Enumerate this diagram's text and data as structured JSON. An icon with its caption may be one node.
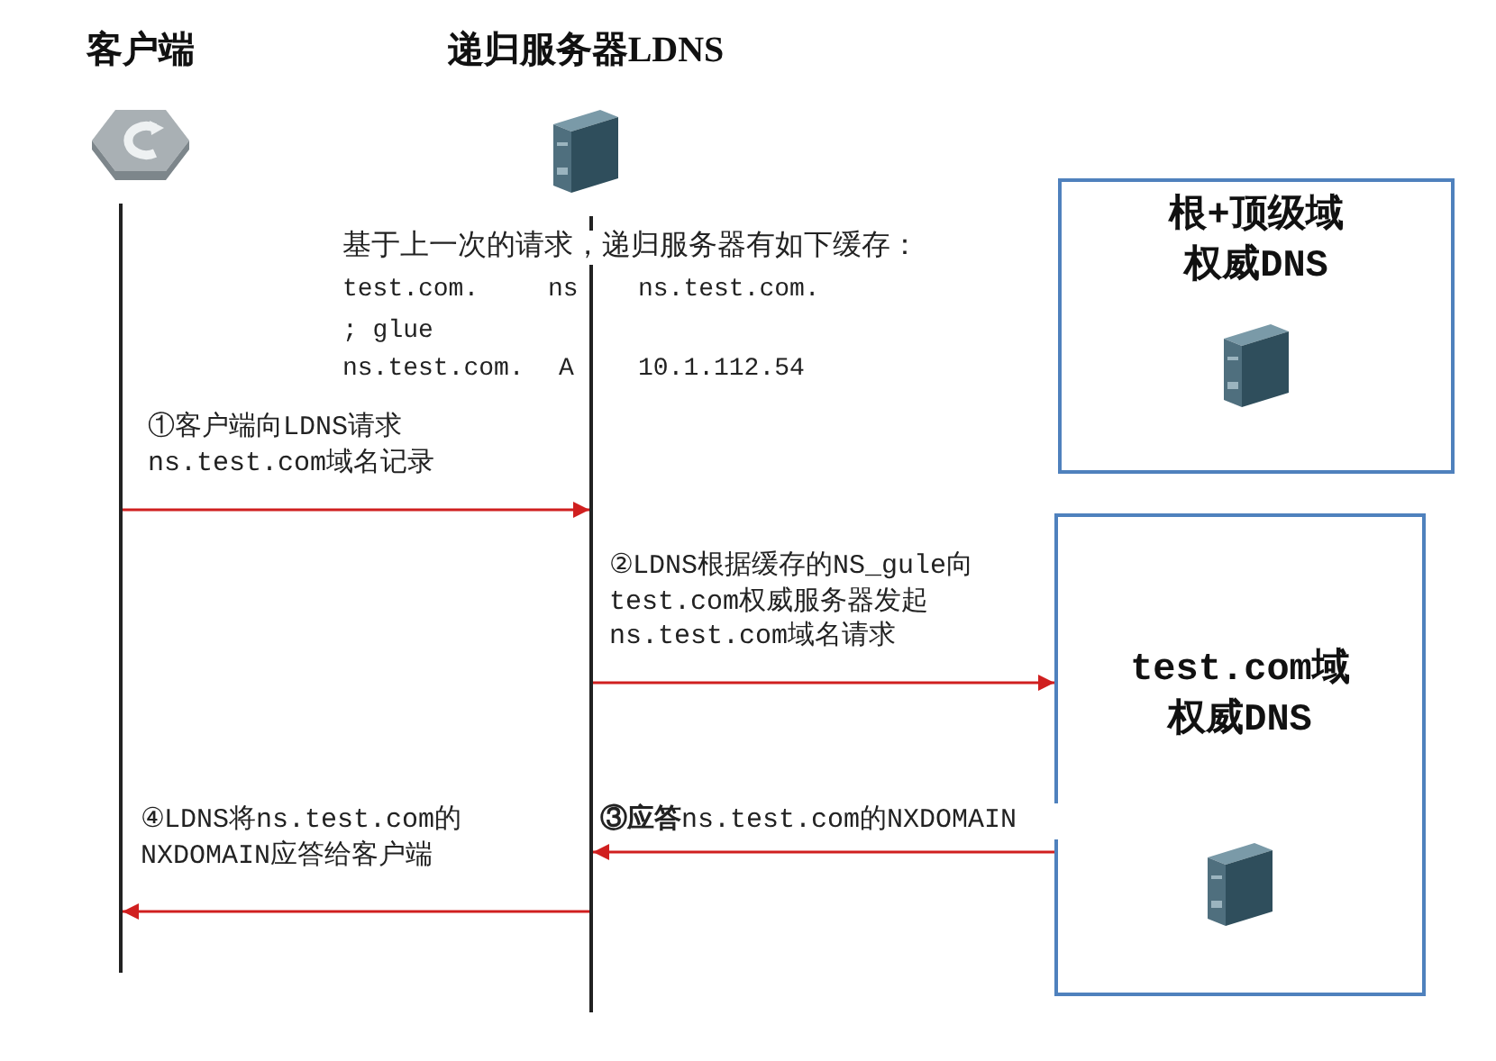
{
  "diagram": {
    "nodes": [
      {
        "text": [
          "客户端"
        ]
      },
      {
        "text": [
          "递归服务器LDNS"
        ]
      },
      {
        "text": [
          "根+顶级域权威DNS"
        ]
      },
      {
        "text": [
          "test.com域权威DNS"
        ]
      },
      {
        "text": [],
        "shape": "bar"
      },
      {
        "text": [],
        "shape": "bar"
      }
    ],
    "edges": [
      {
        "from": 4,
        "to": 5,
        "arrow": "to",
        "label": "①客户端向LDNS请求 ns.test.com域名记录"
      },
      {
        "from": 5,
        "to": 3,
        "arrow": "to",
        "label": "②LDNS根据缓存的NS_gule向 test.com权威服务器发起 ns.test.com域名请求"
      },
      {
        "from": 3,
        "to": 5,
        "arrow": "to",
        "label": "**③应答**ns.test.com的NXDOMAIN"
      },
      {
        "from": 5,
        "to": 4,
        "arrow": "to",
        "label": "④LDNS将ns.test.com的 NXDOMAIN应答给客户端"
      }
    ],
    "labels": [
      "基于上一次的请求，递归服务器有如下缓存：",
      "test.com.",
      "ns",
      "ns.test.com.",
      "; glue",
      "ns.test.com.",
      "A",
      "10.1.112.54"
    ]
  }
}
